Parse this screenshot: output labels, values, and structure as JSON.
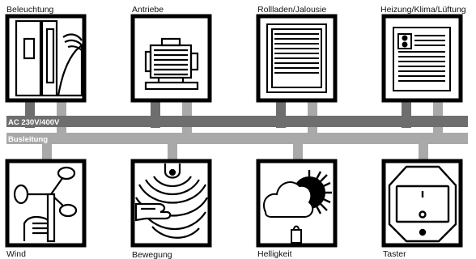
{
  "top_devices": [
    {
      "label": "Beleuchtung",
      "icon": "lamp-switch-icon"
    },
    {
      "label": "Antriebe",
      "icon": "motor-icon"
    },
    {
      "label": "Rollladen/Jalousie",
      "icon": "blind-icon"
    },
    {
      "label": "Heizung/Klima/Lüftung",
      "icon": "hvac-panel-icon"
    }
  ],
  "bottom_devices": [
    {
      "label": "Wind",
      "icon": "anemometer-icon"
    },
    {
      "label": "Bewegung",
      "icon": "motion-sensor-icon"
    },
    {
      "label": "Helligkeit",
      "icon": "brightness-sensor-icon"
    },
    {
      "label": "Taster",
      "icon": "push-button-icon"
    }
  ],
  "lines": {
    "power": "AC 230V/400V",
    "bus": "Busleitung"
  },
  "colors": {
    "power_line": "#6e6e6e",
    "bus_line": "#a9a9a9",
    "stroke": "#000000"
  }
}
